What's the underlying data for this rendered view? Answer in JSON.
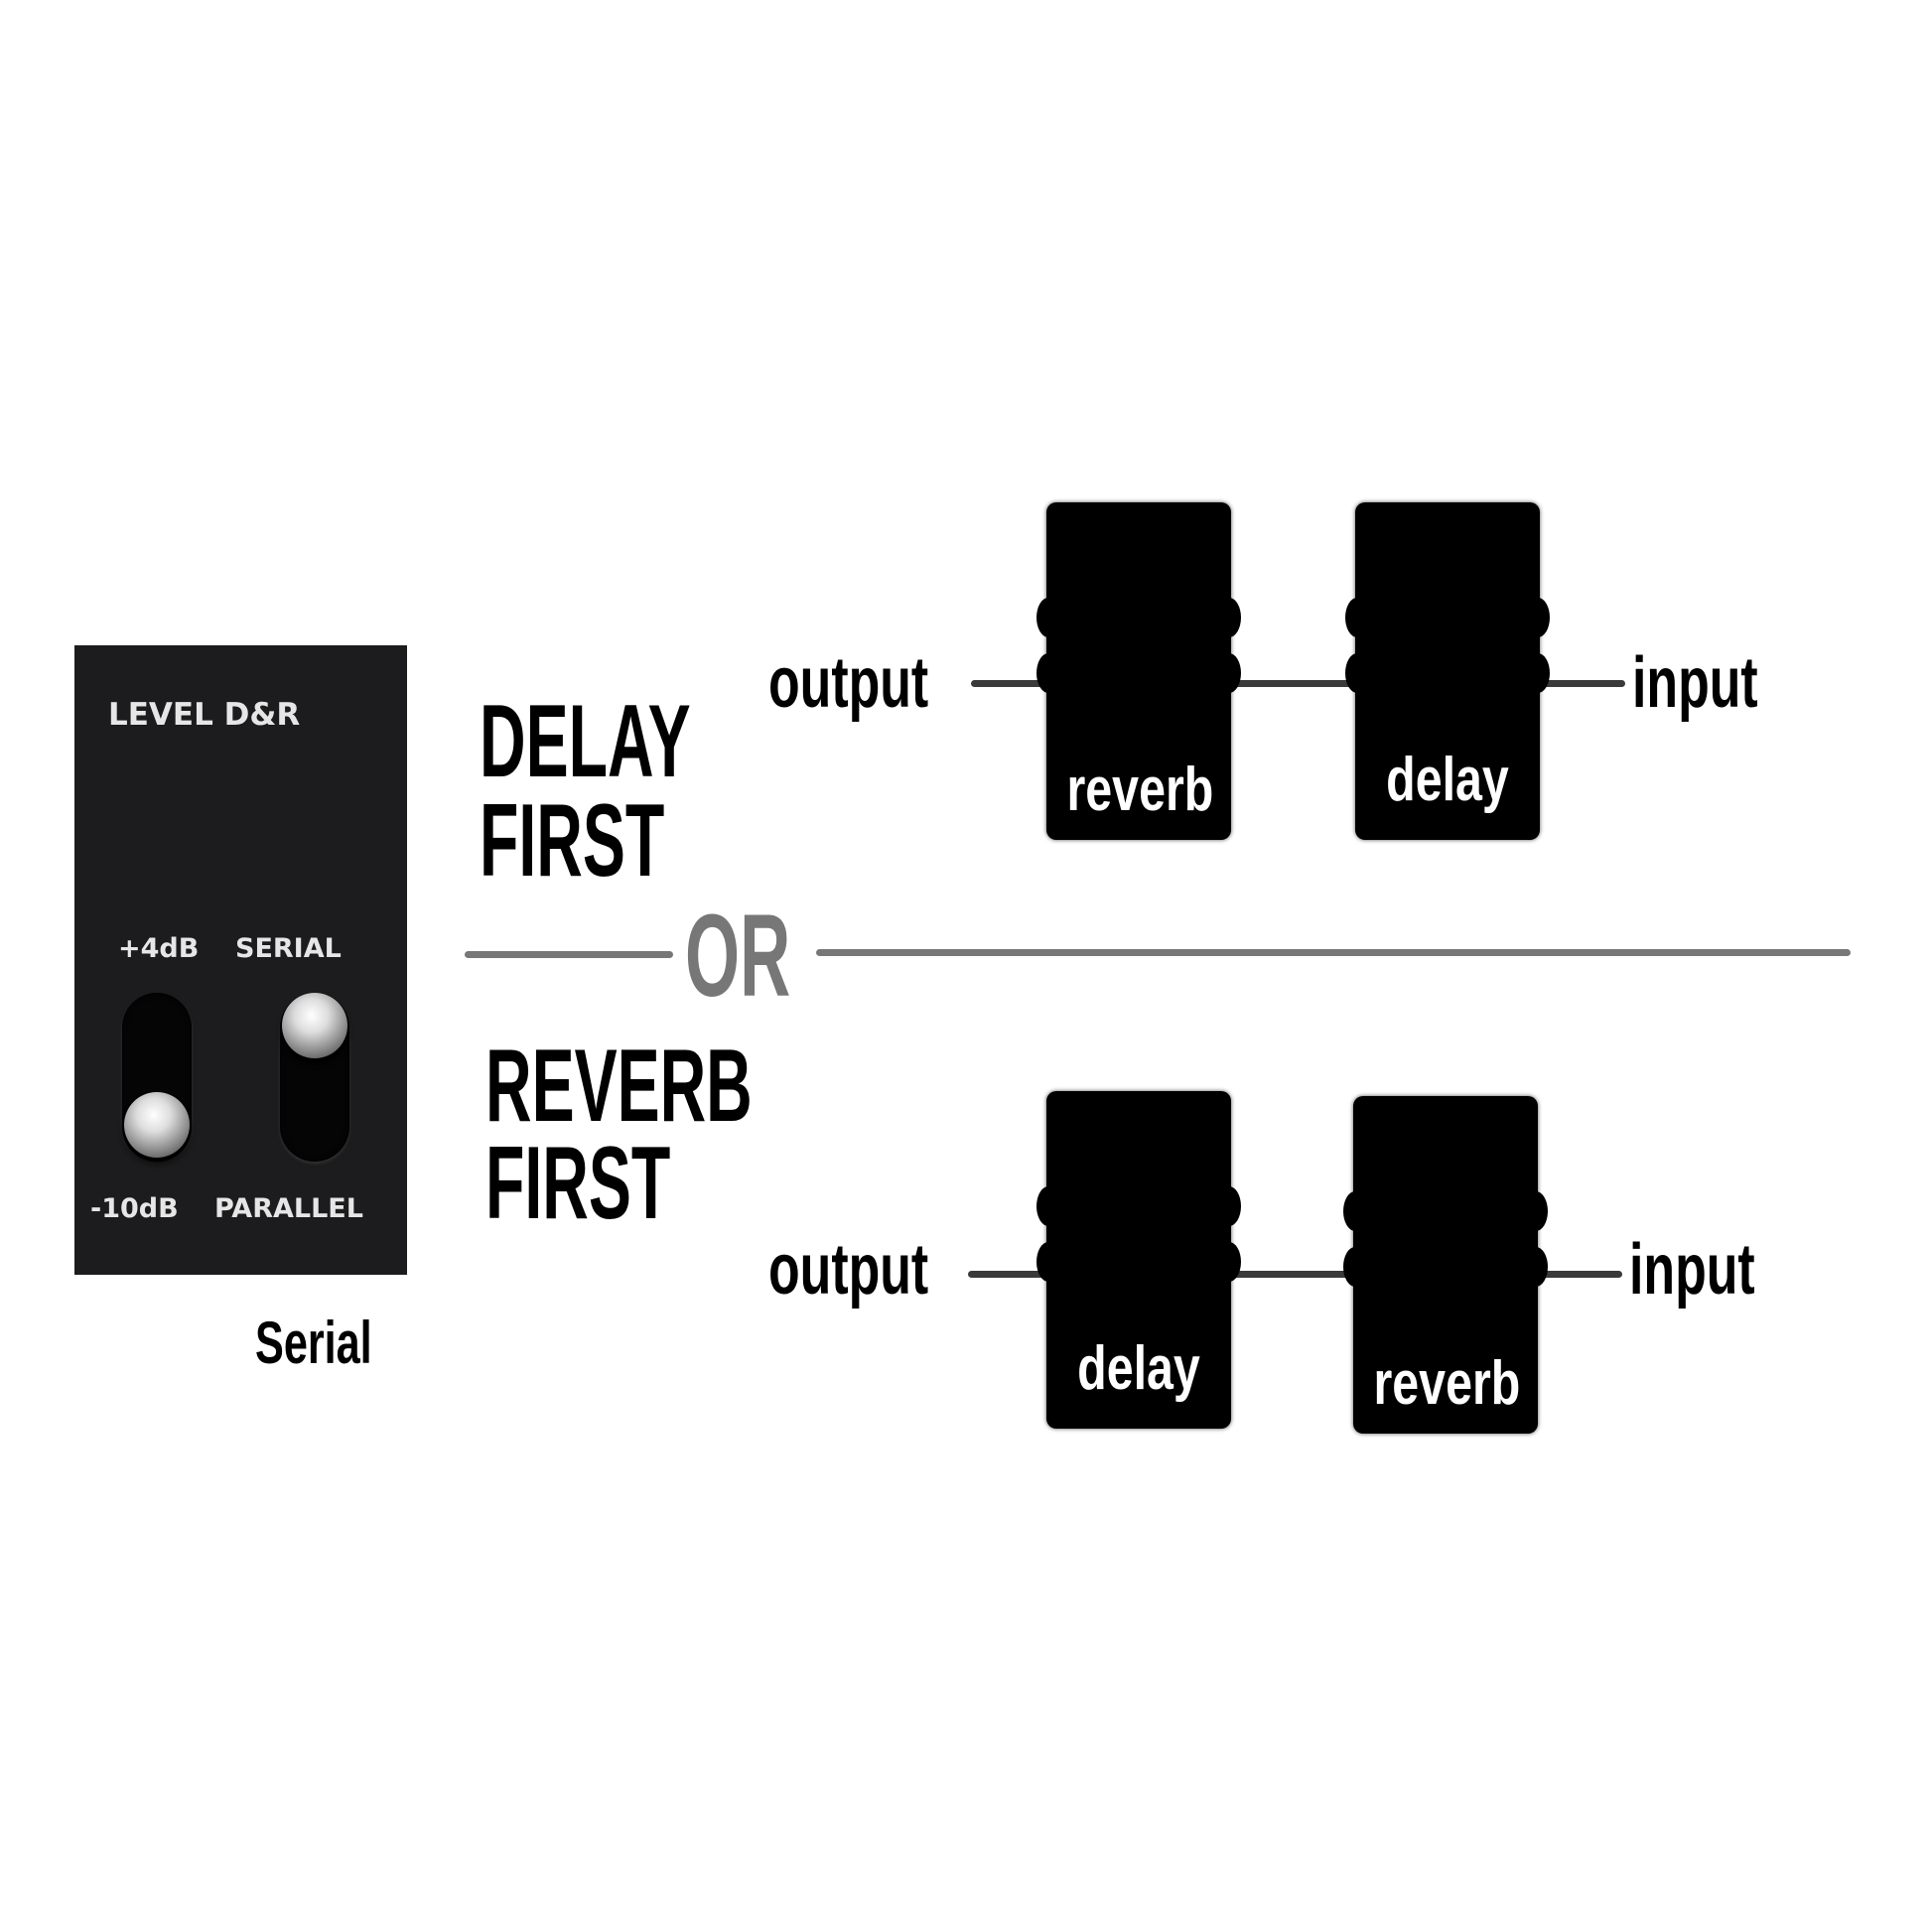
{
  "panel": {
    "title": "LEVEL  D&R",
    "level_switch": {
      "top_label": "+4dB",
      "bottom_label": "-10dB",
      "position": "-10dB"
    },
    "dr_switch": {
      "top_label": "SERIAL",
      "bottom_label": "PARALLEL",
      "position": "SERIAL"
    },
    "caption": "Serial"
  },
  "option1": {
    "title_line1": "DELAY",
    "title_line2": "FIRST",
    "output_label": "output",
    "input_label": "input",
    "pedals": [
      "reverb",
      "delay"
    ]
  },
  "divider": {
    "label": "OR"
  },
  "option2": {
    "title_line1": "REVERB",
    "title_line2": "FIRST",
    "output_label": "output",
    "input_label": "input",
    "pedals": [
      "delay",
      "reverb"
    ]
  },
  "colors": {
    "panel": "#1c1c1e",
    "divider": "#777777",
    "pedal": "#000000"
  }
}
